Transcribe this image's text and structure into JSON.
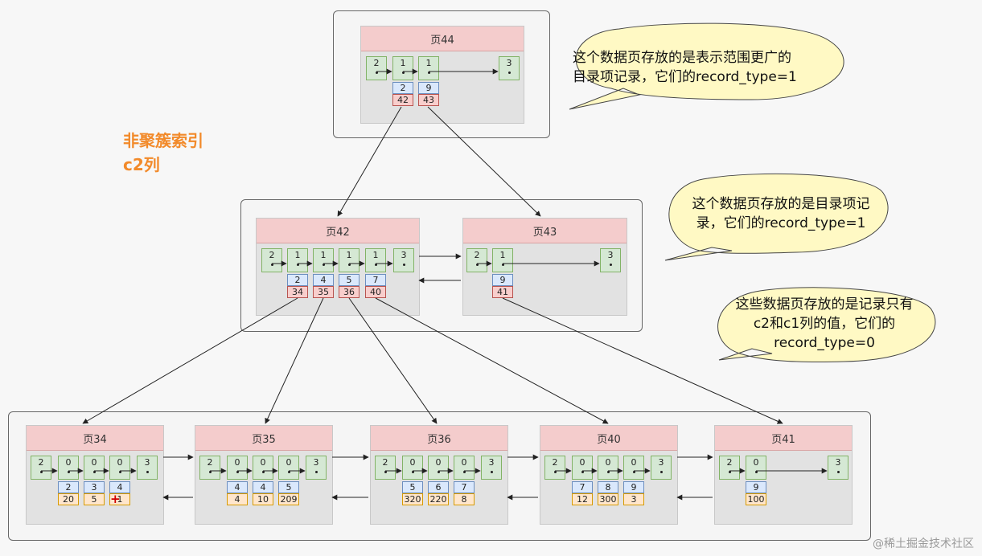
{
  "title": {
    "line1": "非聚簇索引",
    "line2": "c2列"
  },
  "bubbles": [
    {
      "id": "b1",
      "text_lines": [
        "这个数据页存放的是表示范围更广的",
        "目录项记录，它们的record_type=1"
      ]
    },
    {
      "id": "b2",
      "text_lines": [
        "这个数据页存放的是目录项记",
        "录，它们的record_type=1"
      ]
    },
    {
      "id": "b3",
      "text_lines": [
        "这些数据页存放的是记录只有",
        "c2和c1列的值，它们的",
        "record_type=0"
      ]
    }
  ],
  "pages": [
    {
      "id": "p44",
      "label": "页44",
      "records": [
        {
          "top": "2"
        },
        {
          "top": "1",
          "key": "2",
          "val": "42"
        },
        {
          "top": "1",
          "key": "9",
          "val": "43"
        },
        {
          "top": "3"
        }
      ]
    },
    {
      "id": "p42",
      "label": "页42",
      "records": [
        {
          "top": "2"
        },
        {
          "top": "1",
          "key": "2",
          "val": "34"
        },
        {
          "top": "1",
          "key": "4",
          "val": "35"
        },
        {
          "top": "1",
          "key": "5",
          "val": "36"
        },
        {
          "top": "1",
          "key": "7",
          "val": "40"
        },
        {
          "top": "3"
        }
      ]
    },
    {
      "id": "p43",
      "label": "页43",
      "records": [
        {
          "top": "2"
        },
        {
          "top": "1",
          "key": "9",
          "val": "41"
        },
        {
          "top": "3"
        }
      ]
    },
    {
      "id": "p34",
      "label": "页34",
      "records": [
        {
          "top": "2"
        },
        {
          "top": "0",
          "key": "2",
          "val": "20"
        },
        {
          "top": "0",
          "key": "3",
          "val": "5"
        },
        {
          "top": "0",
          "key": "4",
          "val": "1",
          "plus": true
        },
        {
          "top": "3"
        }
      ]
    },
    {
      "id": "p35",
      "label": "页35",
      "records": [
        {
          "top": "2"
        },
        {
          "top": "0",
          "key": "4",
          "val": "4"
        },
        {
          "top": "0",
          "key": "4",
          "val": "10"
        },
        {
          "top": "0",
          "key": "5",
          "val": "209"
        },
        {
          "top": "3"
        }
      ]
    },
    {
      "id": "p36",
      "label": "页36",
      "records": [
        {
          "top": "2"
        },
        {
          "top": "0",
          "key": "5",
          "val": "320"
        },
        {
          "top": "0",
          "key": "6",
          "val": "220"
        },
        {
          "top": "0",
          "key": "7",
          "val": "8"
        },
        {
          "top": "3"
        }
      ]
    },
    {
      "id": "p40",
      "label": "页40",
      "records": [
        {
          "top": "2"
        },
        {
          "top": "0",
          "key": "7",
          "val": "12"
        },
        {
          "top": "0",
          "key": "8",
          "val": "300"
        },
        {
          "top": "0",
          "key": "9",
          "val": "3"
        },
        {
          "top": "3"
        }
      ]
    },
    {
      "id": "p41",
      "label": "页41",
      "records": [
        {
          "top": "2"
        },
        {
          "top": "0",
          "key": "9",
          "val": "100"
        },
        {
          "top": "3"
        }
      ]
    }
  ],
  "watermark": "@稀土掘金技术社区",
  "colors": {
    "title": "#f28a2a",
    "bubble_fill": "#fff9c4",
    "record_fill": "#d5e8d4",
    "key_fill": "#dae8fc",
    "dir_value_fill": "#f8cecc",
    "leaf_value_fill": "#ffe6cc",
    "page_header": "#f4cccc"
  }
}
